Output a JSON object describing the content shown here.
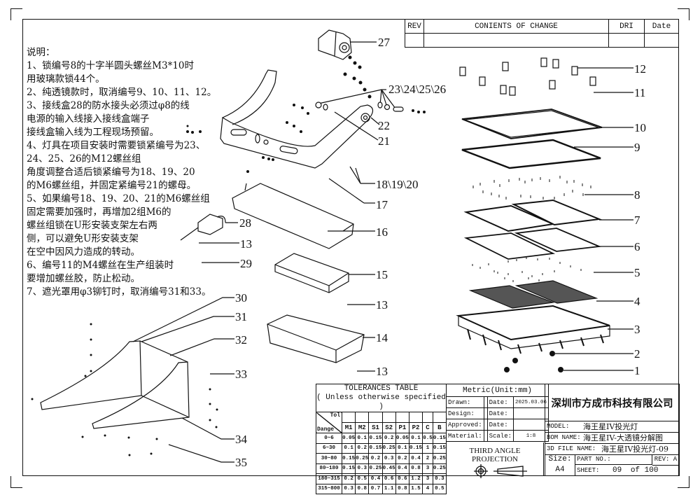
{
  "notes": {
    "title": "说明：",
    "lines": [
      "1、锁编号8的十字半圆头螺丝M3*10时",
      "    用玻璃款锁44个。",
      "2、纯透镜款时，取消编号9、10、11、12。",
      "3、接线盒28的防水接头必须过φ8的线",
      "    电源的输入线接入接线盒端子",
      "    接线盒输入线为工程现场预留。",
      "4、灯具在项目安装时需要锁紧编号为23、",
      "    24、25、26的M12螺丝组",
      "    角度调整合适后锁紧编号为18、19、20",
      "    的M6螺丝组，并固定紧编号21的螺母。",
      "5、如果编号18、19、20、21的M6螺丝组",
      "    固定需要加强时，再增加2组M6的",
      "    螺丝组锁在U形安装支架左右两",
      "    侧，可以避免U形安装支架",
      "    在空中因风力造成的转动。",
      "6、编号11的M4螺丝在生产组装时",
      "    要增加螺丝胶，防止松动。",
      "7、遮光罩用φ3铆钉时，取消编号31和33。"
    ]
  },
  "callouts": {
    "c27": "27",
    "c23": "23\\24\\25\\26",
    "c22": "22",
    "c21": "21",
    "c18": "18\\19\\20",
    "c17": "17",
    "c16": "16",
    "c28": "28",
    "c13a": "13",
    "c29": "29",
    "c15": "15",
    "c13b": "13",
    "c14": "14",
    "c13c": "13",
    "c30": "30",
    "c31": "31",
    "c32": "32",
    "c33": "33",
    "c34": "34",
    "c35": "35",
    "c12": "12",
    "c11": "11",
    "c10": "10",
    "c9": "9",
    "c8": "8",
    "c7": "7",
    "c6": "6",
    "c5": "5",
    "c4": "4",
    "c3": "3",
    "c2": "2",
    "c1": "1"
  },
  "revision_table": {
    "headers": [
      "REV",
      "CONIENTS OF CHANGE",
      "DRI",
      "Date"
    ],
    "rows": [
      [
        "",
        "",
        "",
        ""
      ]
    ]
  },
  "tolerances": {
    "title": "TOLERANCES TABLE",
    "subtitle": "( Unless otherwise specified )",
    "corner_top": "Tol",
    "corner_bottom": "Dange",
    "columns": [
      "M1",
      "M2",
      "S1",
      "S2",
      "P1",
      "P2",
      "C",
      "B"
    ],
    "rows": [
      {
        "range": "0~6",
        "values": [
          "0.05",
          "0.1",
          "0.15",
          "0.2",
          "0.05",
          "0.1",
          "0.5",
          "0.15"
        ]
      },
      {
        "range": "6~30",
        "values": [
          "0.1",
          "0.2",
          "0.15",
          "0.25",
          "0.1",
          "0.15",
          "1",
          "0.15"
        ]
      },
      {
        "range": "30~80",
        "values": [
          "0.15",
          "0.25",
          "0.2",
          "0.3",
          "0.2",
          "0.4",
          "2",
          "0.25"
        ]
      },
      {
        "range": "80~180",
        "values": [
          "0.15",
          "0.3",
          "0.25",
          "0.45",
          "0.4",
          "0.8",
          "3",
          "0.25"
        ]
      },
      {
        "range": "180~315",
        "values": [
          "0.2",
          "0.5",
          "0.4",
          "0.6",
          "0.6",
          "1.2",
          "3",
          "0.3"
        ]
      },
      {
        "range": "315~800",
        "values": [
          "0.3",
          "0.8",
          "0.7",
          "1.1",
          "0.8",
          "1.5",
          "4",
          "0.5"
        ]
      }
    ]
  },
  "metric": {
    "title": "Metric(Unit:mm)",
    "rows": [
      {
        "label": "Drawn:",
        "value": "",
        "label2": "Date:",
        "value2": "2025.03.06"
      },
      {
        "label": "Design:",
        "value": "",
        "label2": "Date:",
        "value2": ""
      },
      {
        "label": "Approved:",
        "value": "",
        "label2": "Date:",
        "value2": ""
      },
      {
        "label": "Material:",
        "value": "",
        "label2": "Scale:",
        "value2": "1:8"
      }
    ],
    "projection": "THIRD ANGLE PROJECTION"
  },
  "title_block": {
    "company": "深圳市方成市科技有限公司",
    "model_label": "MODEL:",
    "model_value": "海王星IV投光灯",
    "bom_label": "BOM NAME:",
    "bom_value": "海王星IV-大透镜分解图",
    "file_label": "3D FILE NAME:",
    "file_value": "海王星IV投光灯-09",
    "size_label": "Size:",
    "size_value": "A4",
    "part_label": "PART NO.:",
    "part_value": "",
    "rev_label": "REV: A",
    "sheet_label": "SHEET:",
    "sheet_value": "09",
    "sheet_of": "of",
    "sheet_total": "100"
  }
}
